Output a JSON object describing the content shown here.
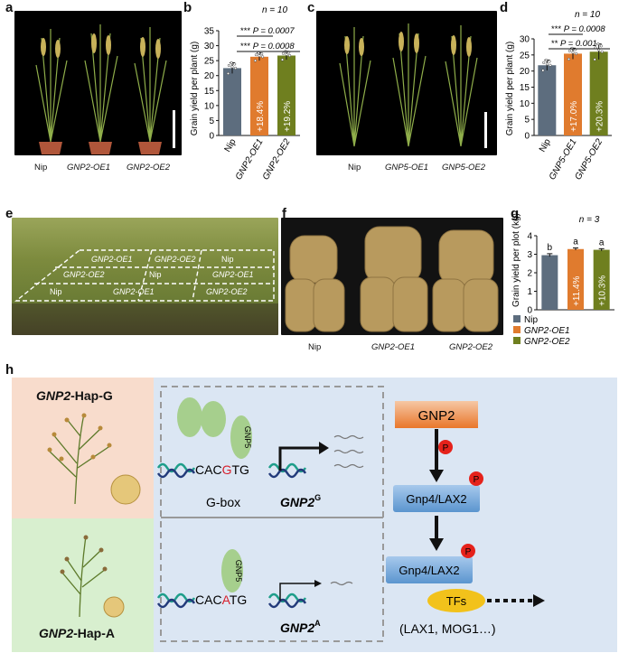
{
  "panels": {
    "a": {
      "label": "a",
      "captions": [
        "Nip",
        "GNP2-OE1",
        "GNP2-OE2"
      ]
    },
    "b": {
      "label": "b",
      "n": "n = 10",
      "stats": [
        {
          "stars": "***",
          "text": "P = 0.0007"
        },
        {
          "stars": "***",
          "text": "P = 0.0008"
        }
      ]
    },
    "c": {
      "label": "c",
      "captions": [
        "Nip",
        "GNP5-OE1",
        "GNP5-OE2"
      ]
    },
    "d": {
      "label": "d",
      "n": "n = 10",
      "stats": [
        {
          "stars": "***",
          "text": "P = 0.0008"
        },
        {
          "stars": "**",
          "text": "P = 0.001"
        }
      ]
    },
    "e": {
      "label": "e",
      "plots": [
        [
          "GNP2-OE1",
          "GNP2-OE2",
          "Nip"
        ],
        [
          "GNP2-OE2",
          "Nip",
          "GNP2-OE1"
        ],
        [
          "Nip",
          "GNP2-OE1",
          "GNP2-OE2"
        ]
      ]
    },
    "f": {
      "label": "f",
      "captions": [
        "Nip",
        "GNP2-OE1",
        "GNP2-OE2"
      ]
    },
    "g": {
      "label": "g",
      "n": "n = 3",
      "letters": [
        "b",
        "a",
        "a"
      ]
    },
    "h": {
      "label": "h",
      "hap_g": "-Hap-G",
      "hap_a": "-Hap-A",
      "hap_gene": "GNP2",
      "gnp5": "GNP5",
      "seq_left": "CAC",
      "seq_right": "TG",
      "base_g": "G",
      "base_a": "A",
      "gbox": "G-box",
      "allele_gene": "GNP2",
      "allele_g": "G",
      "allele_a": "A",
      "gnp2_box": "GNP2",
      "p": "P",
      "gnp4_1": "Gnp4/LAX2",
      "gnp4_2": "Gnp4/LAX2",
      "tfs": "TFs",
      "targets": "(LAX1, MOG1…)"
    }
  },
  "chart_data": [
    {
      "type": "bar",
      "panel": "b",
      "categories": [
        "Nip",
        "GNP2-OE1",
        "GNP2-OE2"
      ],
      "values": [
        22.5,
        26.3,
        26.7
      ],
      "errors": [
        1.8,
        1.3,
        1.4
      ],
      "bar_labels": [
        "",
        "+18.4%",
        "+19.2%"
      ],
      "colors": [
        "#5d6d7e",
        "#e07b2e",
        "#6f7f1f"
      ],
      "ylabel": "Grain yield per plant (g)",
      "ylim": [
        0,
        35
      ],
      "yticks": [
        0,
        5,
        10,
        15,
        20,
        25,
        30,
        35
      ]
    },
    {
      "type": "bar",
      "panel": "d",
      "categories": [
        "Nip",
        "GNP5-OE1",
        "GNP5-OE2"
      ],
      "values": [
        21.8,
        25.4,
        26.0
      ],
      "errors": [
        1.6,
        1.7,
        2.4
      ],
      "bar_labels": [
        "",
        "+17.0%",
        "+20.3%"
      ],
      "colors": [
        "#5d6d7e",
        "#e07b2e",
        "#6f7f1f"
      ],
      "ylabel": "Grain yield per plant (g)",
      "ylim": [
        0,
        30
      ],
      "yticks": [
        0,
        5,
        10,
        15,
        20,
        25,
        30
      ]
    },
    {
      "type": "bar",
      "panel": "g",
      "categories": [
        "Nip",
        "GNP2-OE1",
        "GNP2-OE2"
      ],
      "values": [
        2.95,
        3.28,
        3.24
      ],
      "errors": [
        0.08,
        0.06,
        0.06
      ],
      "bar_labels": [
        "",
        "+11.4%",
        "+10.3%"
      ],
      "colors": [
        "#5d6d7e",
        "#e07b2e",
        "#6f7f1f"
      ],
      "legend": [
        "Nip",
        "GNP2-OE1",
        "GNP2-OE2"
      ],
      "ylabel": "Grain yield per plot (kg)",
      "ylim": [
        0,
        4
      ],
      "yticks": [
        0,
        1,
        2,
        3,
        4
      ]
    }
  ]
}
